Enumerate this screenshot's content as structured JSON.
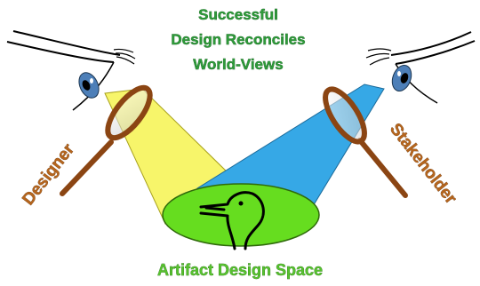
{
  "title": {
    "lines": [
      "Successful",
      "Design Reconciles",
      "World-Views"
    ]
  },
  "designer": {
    "label": "Designer"
  },
  "stakeholder": {
    "label": "Stakeholder"
  },
  "design_space": {
    "label": "Artifact Design Space"
  },
  "colors": {
    "title_green": "#2e9a3a",
    "role_brown": "#b5651d",
    "space_green": "#57c12f",
    "design_space_fill": "#66dd1f",
    "designer_beam": "#f7f56a",
    "stakeholder_beam": "#36a8e6",
    "iris": "#4d7fb8",
    "glass_handle": "#8b4513"
  }
}
